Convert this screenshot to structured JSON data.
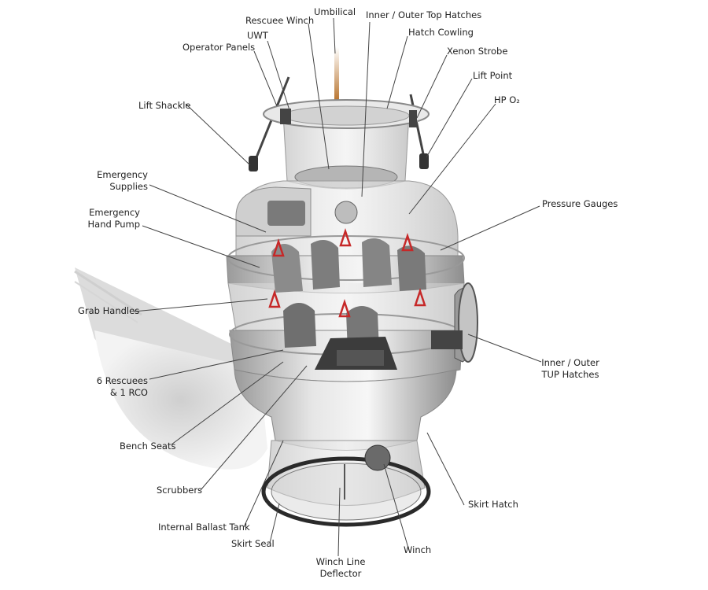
{
  "labels": {
    "rescuee_winch": "Rescuee Winch",
    "umbilical": "Umbilical",
    "top_hatches": "Inner / Outer Top Hatches",
    "hatch_cowling": "Hatch Cowling",
    "uwt": "UWT",
    "operator_panels": "Operator Panels",
    "xenon_strobe": "Xenon Strobe",
    "lift_point": "Lift Point",
    "hp_o2": "HP O₂",
    "lift_shackle": "Lift Shackle",
    "emergency_supplies": "Emergency\nSupplies",
    "emergency_hand_pump": "Emergency\nHand Pump",
    "pressure_gauges": "Pressure Gauges",
    "grab_handles": "Grab Handles",
    "tup_hatches": "Inner / Outer\nTUP Hatches",
    "rescuees": "6 Rescuees\n& 1 RCO",
    "bench_seats": "Bench Seats",
    "scrubbers": "Scrubbers",
    "internal_ballast_tank": "Internal Ballast Tank",
    "skirt_seal": "Skirt Seal",
    "skirt_hatch": "Skirt Hatch",
    "winch": "Winch",
    "winch_line_deflector": "Winch Line\nDeflector"
  }
}
